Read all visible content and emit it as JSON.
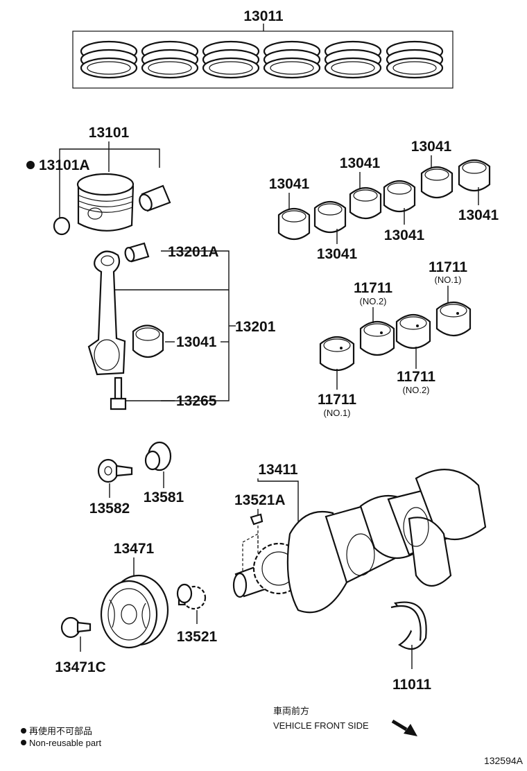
{
  "parts": {
    "p13011": "13011",
    "p13101": "13101",
    "p13101A": "13101A",
    "p13201A": "13201A",
    "p13201": "13201",
    "p13041_rod": "13041",
    "p13265": "13265",
    "p13041_a": "13041",
    "p13041_b": "13041",
    "p13041_c": "13041",
    "p13041_d": "13041",
    "p13041_e": "13041",
    "p13041_f": "13041",
    "p11711_a": "11711",
    "p11711_b": "11711",
    "p11711_c": "11711",
    "p11711_d": "11711",
    "p13582": "13582",
    "p13581": "13581",
    "p13411": "13411",
    "p13521A": "13521A",
    "p13471": "13471",
    "p13521": "13521",
    "p13471C": "13471C",
    "p11011": "11011"
  },
  "sublabels": {
    "no1_a": "(NO.1)",
    "no2_a": "(NO.2)",
    "no2_b": "(NO.2)",
    "no1_b": "(NO.1)"
  },
  "direction": {
    "jp": "車両前方",
    "en": "VEHICLE FRONT SIDE"
  },
  "legend": {
    "jp": "再使用不可部品",
    "en": "Non-reusable part"
  },
  "figure_id": "132594A"
}
